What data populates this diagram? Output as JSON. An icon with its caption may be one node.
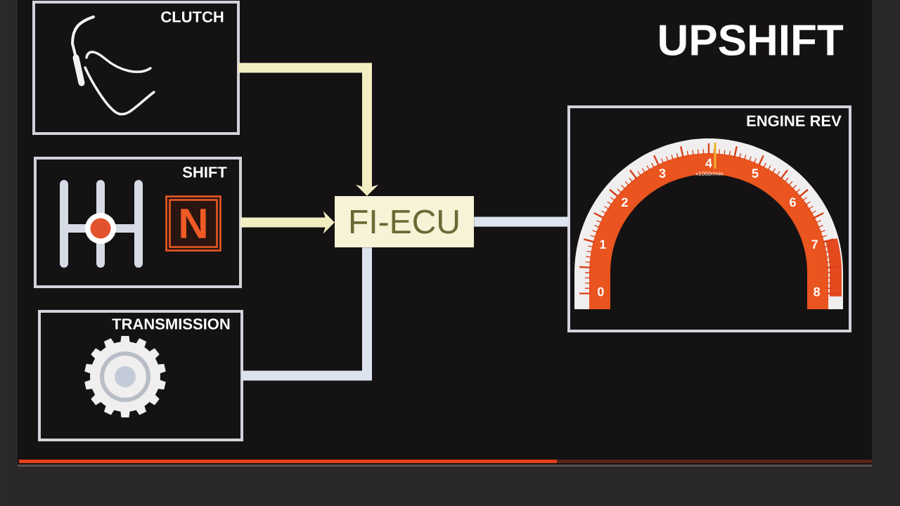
{
  "diagram": {
    "title": "UPSHIFT",
    "nodes": [
      {
        "text": [
          "CLUTCH"
        ]
      },
      {
        "text": [
          "SHIFT"
        ]
      },
      {
        "text": [
          "N"
        ],
        "in": 1
      },
      {
        "text": [
          "TRANSMISSION"
        ]
      },
      {
        "text": [
          "FI-ECU"
        ]
      },
      {
        "text": [
          "ENGINE REV"
        ]
      }
    ],
    "edges": [
      {
        "from": 0,
        "to": 4,
        "arrow": "to",
        "color": "#f3eec2"
      },
      {
        "from": 1,
        "to": 4,
        "arrow": "to",
        "color": "#f3eec2"
      },
      {
        "from": 3,
        "to": 4,
        "arrow": "none"
      },
      {
        "from": 4,
        "to": 5,
        "arrow": "none"
      }
    ],
    "labels": [
      "0",
      "1",
      "2",
      "3",
      "4",
      "5",
      "6",
      "7",
      "8",
      "x1000r/min"
    ]
  }
}
